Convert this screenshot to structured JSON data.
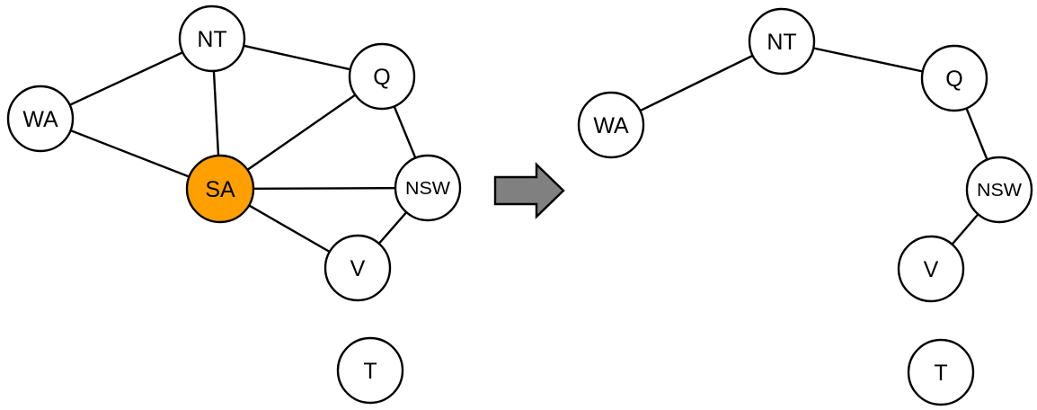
{
  "colors": {
    "default_fill": "#ffffff",
    "highlight_fill": "#ff9f00",
    "arrow_fill": "#808080",
    "stroke": "#000000"
  },
  "transition_icon": "right-arrow-icon",
  "graphs": [
    {
      "id": "original",
      "nodes": [
        {
          "id": "WA",
          "label": "WA"
        },
        {
          "id": "NT",
          "label": "NT"
        },
        {
          "id": "Q",
          "label": "Q"
        },
        {
          "id": "SA",
          "label": "SA",
          "highlighted": true
        },
        {
          "id": "NSW",
          "label": "NSW"
        },
        {
          "id": "V",
          "label": "V"
        },
        {
          "id": "T",
          "label": "T"
        }
      ],
      "edges": [
        [
          "WA",
          "NT"
        ],
        [
          "WA",
          "SA"
        ],
        [
          "NT",
          "Q"
        ],
        [
          "NT",
          "SA"
        ],
        [
          "SA",
          "Q"
        ],
        [
          "SA",
          "NSW"
        ],
        [
          "SA",
          "V"
        ],
        [
          "Q",
          "NSW"
        ],
        [
          "NSW",
          "V"
        ]
      ]
    },
    {
      "id": "reduced",
      "nodes": [
        {
          "id": "WA",
          "label": "WA"
        },
        {
          "id": "NT",
          "label": "NT"
        },
        {
          "id": "Q",
          "label": "Q"
        },
        {
          "id": "NSW",
          "label": "NSW"
        },
        {
          "id": "V",
          "label": "V"
        },
        {
          "id": "T",
          "label": "T"
        }
      ],
      "edges": [
        [
          "WA",
          "NT"
        ],
        [
          "NT",
          "Q"
        ],
        [
          "Q",
          "NSW"
        ],
        [
          "NSW",
          "V"
        ]
      ]
    }
  ]
}
